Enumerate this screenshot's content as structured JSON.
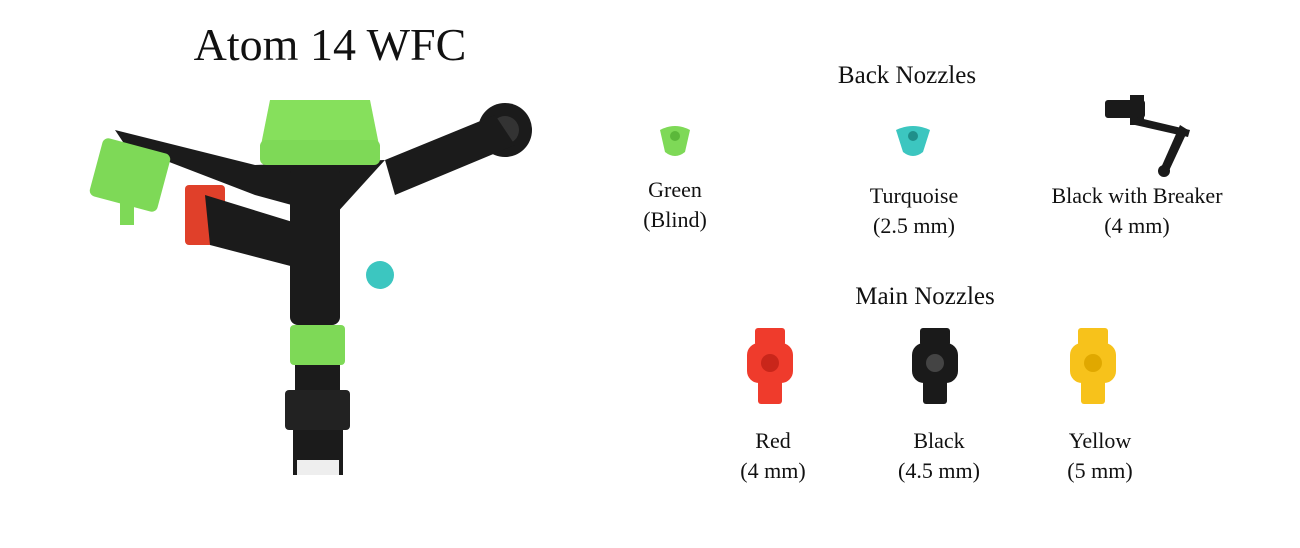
{
  "title": "Atom 14 WFC",
  "back_nozzles": {
    "heading": "Back Nozzles",
    "items": [
      {
        "name": "Green",
        "detail": "(Blind)",
        "color": "#7ed957"
      },
      {
        "name": "Turquoise",
        "detail": "(2.5 mm)",
        "color": "#3cc6c0"
      },
      {
        "name": "Black with Breaker",
        "detail": "(4 mm)",
        "color": "#1a1a1a"
      }
    ]
  },
  "main_nozzles": {
    "heading": "Main Nozzles",
    "items": [
      {
        "name": "Red",
        "detail": "(4 mm)",
        "color": "#ef3b2c"
      },
      {
        "name": "Black",
        "detail": "(4.5 mm)",
        "color": "#1a1a1a"
      },
      {
        "name": "Yellow",
        "detail": "(5 mm)",
        "color": "#f7c21b"
      }
    ]
  }
}
